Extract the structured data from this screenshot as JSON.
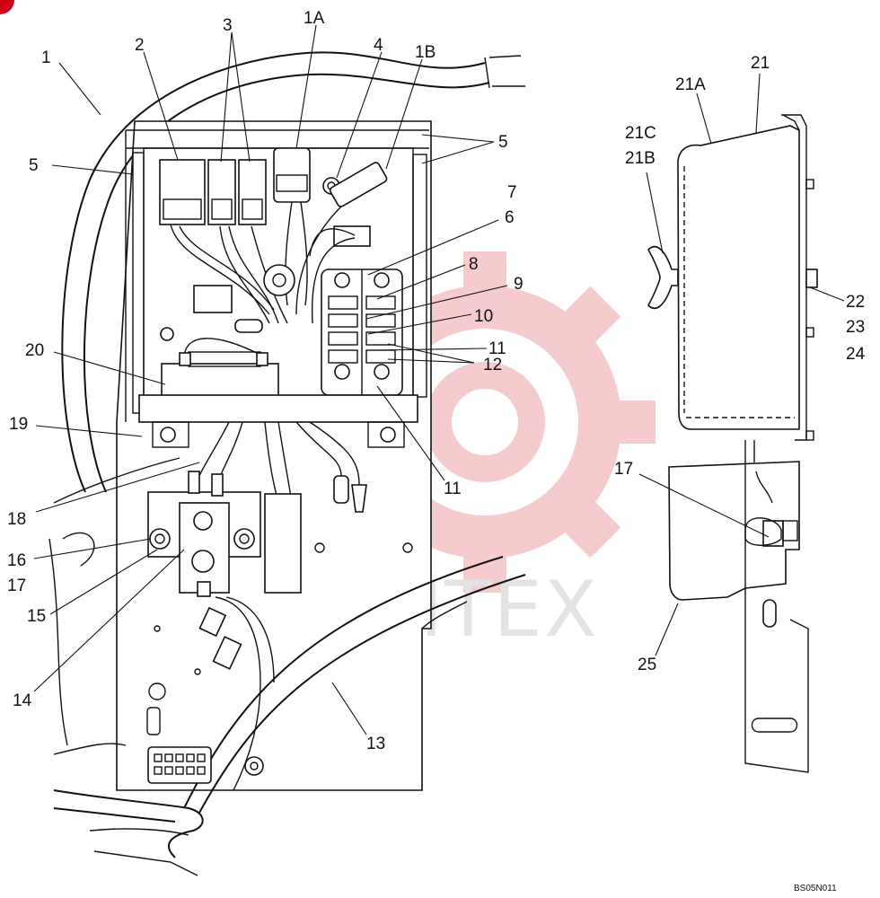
{
  "callouts": [
    {
      "id": "1",
      "text": "1"
    },
    {
      "id": "2",
      "text": "2"
    },
    {
      "id": "3",
      "text": "3"
    },
    {
      "id": "1a",
      "text": "1A"
    },
    {
      "id": "4",
      "text": "4"
    },
    {
      "id": "1b",
      "text": "1B"
    },
    {
      "id": "5-left",
      "text": "5"
    },
    {
      "id": "5-right",
      "text": "5"
    },
    {
      "id": "7",
      "text": "7"
    },
    {
      "id": "6",
      "text": "6"
    },
    {
      "id": "8",
      "text": "8"
    },
    {
      "id": "9",
      "text": "9"
    },
    {
      "id": "10",
      "text": "10"
    },
    {
      "id": "11-upper",
      "text": "11"
    },
    {
      "id": "12",
      "text": "12"
    },
    {
      "id": "11-lower",
      "text": "11"
    },
    {
      "id": "20",
      "text": "20"
    },
    {
      "id": "19",
      "text": "19"
    },
    {
      "id": "18",
      "text": "18"
    },
    {
      "id": "16",
      "text": "16"
    },
    {
      "id": "17-left",
      "text": "17"
    },
    {
      "id": "15",
      "text": "15"
    },
    {
      "id": "14",
      "text": "14"
    },
    {
      "id": "13",
      "text": "13"
    },
    {
      "id": "21",
      "text": "21"
    },
    {
      "id": "21a",
      "text": "21A"
    },
    {
      "id": "21c",
      "text": "21C"
    },
    {
      "id": "21b",
      "text": "21B"
    },
    {
      "id": "22",
      "text": "22"
    },
    {
      "id": "23",
      "text": "23"
    },
    {
      "id": "24",
      "text": "24"
    },
    {
      "id": "17-right",
      "text": "17"
    },
    {
      "id": "25",
      "text": "25"
    }
  ],
  "drawing_code": "BS05N011",
  "watermark": "ИНТЕХ",
  "colors": {
    "line": "#111111",
    "watermark_gear": "#f6c9cc",
    "watermark_text": "#e2e2e2",
    "corner_badge": "#d0021b"
  }
}
